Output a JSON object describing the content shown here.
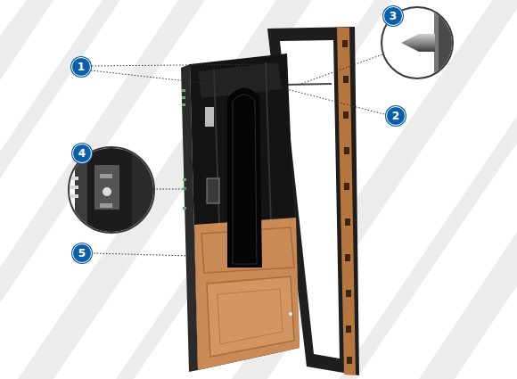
{
  "diagram": {
    "nodes": [
      {
        "text": [
          "3"
        ]
      },
      {
        "text": [
          "1"
        ]
      },
      {
        "text": [
          "2"
        ]
      },
      {
        "text": [
          "4"
        ]
      },
      {
        "text": [
          "5"
        ]
      }
    ]
  }
}
